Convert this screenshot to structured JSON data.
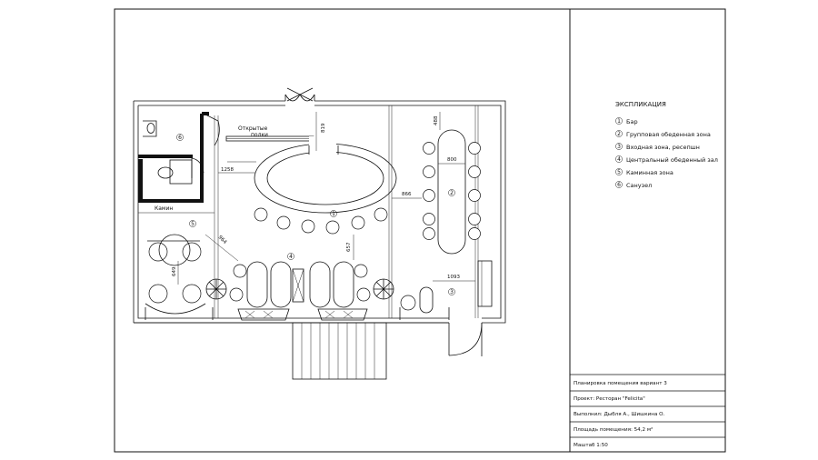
{
  "legend": {
    "title": "ЭКСПЛИКАЦИЯ",
    "items": [
      {
        "num": "1",
        "label": "Бар"
      },
      {
        "num": "2",
        "label": "Групповая обеденная зона"
      },
      {
        "num": "3",
        "label": "Входная зона, ресепшн"
      },
      {
        "num": "4",
        "label": "Центральный обеденный зал"
      },
      {
        "num": "5",
        "label": "Каминная зона"
      },
      {
        "num": "6",
        "label": "Санузел"
      }
    ]
  },
  "title_block": {
    "plan_title": "Планировка помещения вариант 3",
    "project": "Проект: Ресторан \"Felicita\"",
    "authors": "Выполнил: Дыбля А., Шишкина О.",
    "area": "Площадь помещения: 54,2 м²",
    "scale": "Маштаб 1:50"
  },
  "plan_labels": {
    "shelves_line1": "Открытые",
    "shelves_line2": "полки",
    "fireplace": "Камин",
    "zone_1": "1",
    "zone_2": "2",
    "zone_3": "3",
    "zone_4": "4",
    "zone_5": "5",
    "zone_6": "6"
  },
  "dimensions": {
    "d819": "819",
    "d488": "488",
    "d800": "800",
    "d1258": "1258",
    "d866": "866",
    "d964": "964",
    "d657": "657",
    "d649": "649",
    "d1093": "1093"
  }
}
